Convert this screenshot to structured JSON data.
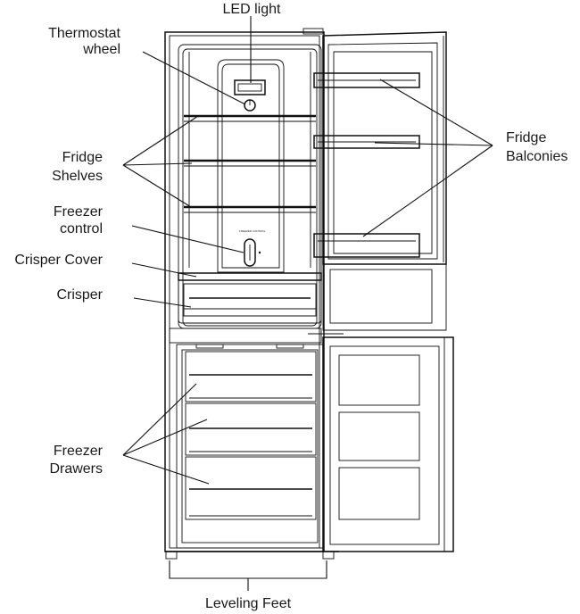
{
  "labels": {
    "led_light": "LED light",
    "thermostat_wheel_1": "Thermostat",
    "thermostat_wheel_2": "wheel",
    "fridge_shelves_1": "Fridge",
    "fridge_shelves_2": "Shelves",
    "freezer_control_1": "Freezer",
    "freezer_control_2": "control",
    "crisper_cover": "Crisper Cover",
    "crisper": "Crisper",
    "freezer_drawers_1": "Freezer",
    "freezer_drawers_2": "Drawers",
    "fridge_balconies_1": "Fridge",
    "fridge_balconies_2": "Balconies",
    "leveling_feet": "Leveling Feet"
  }
}
